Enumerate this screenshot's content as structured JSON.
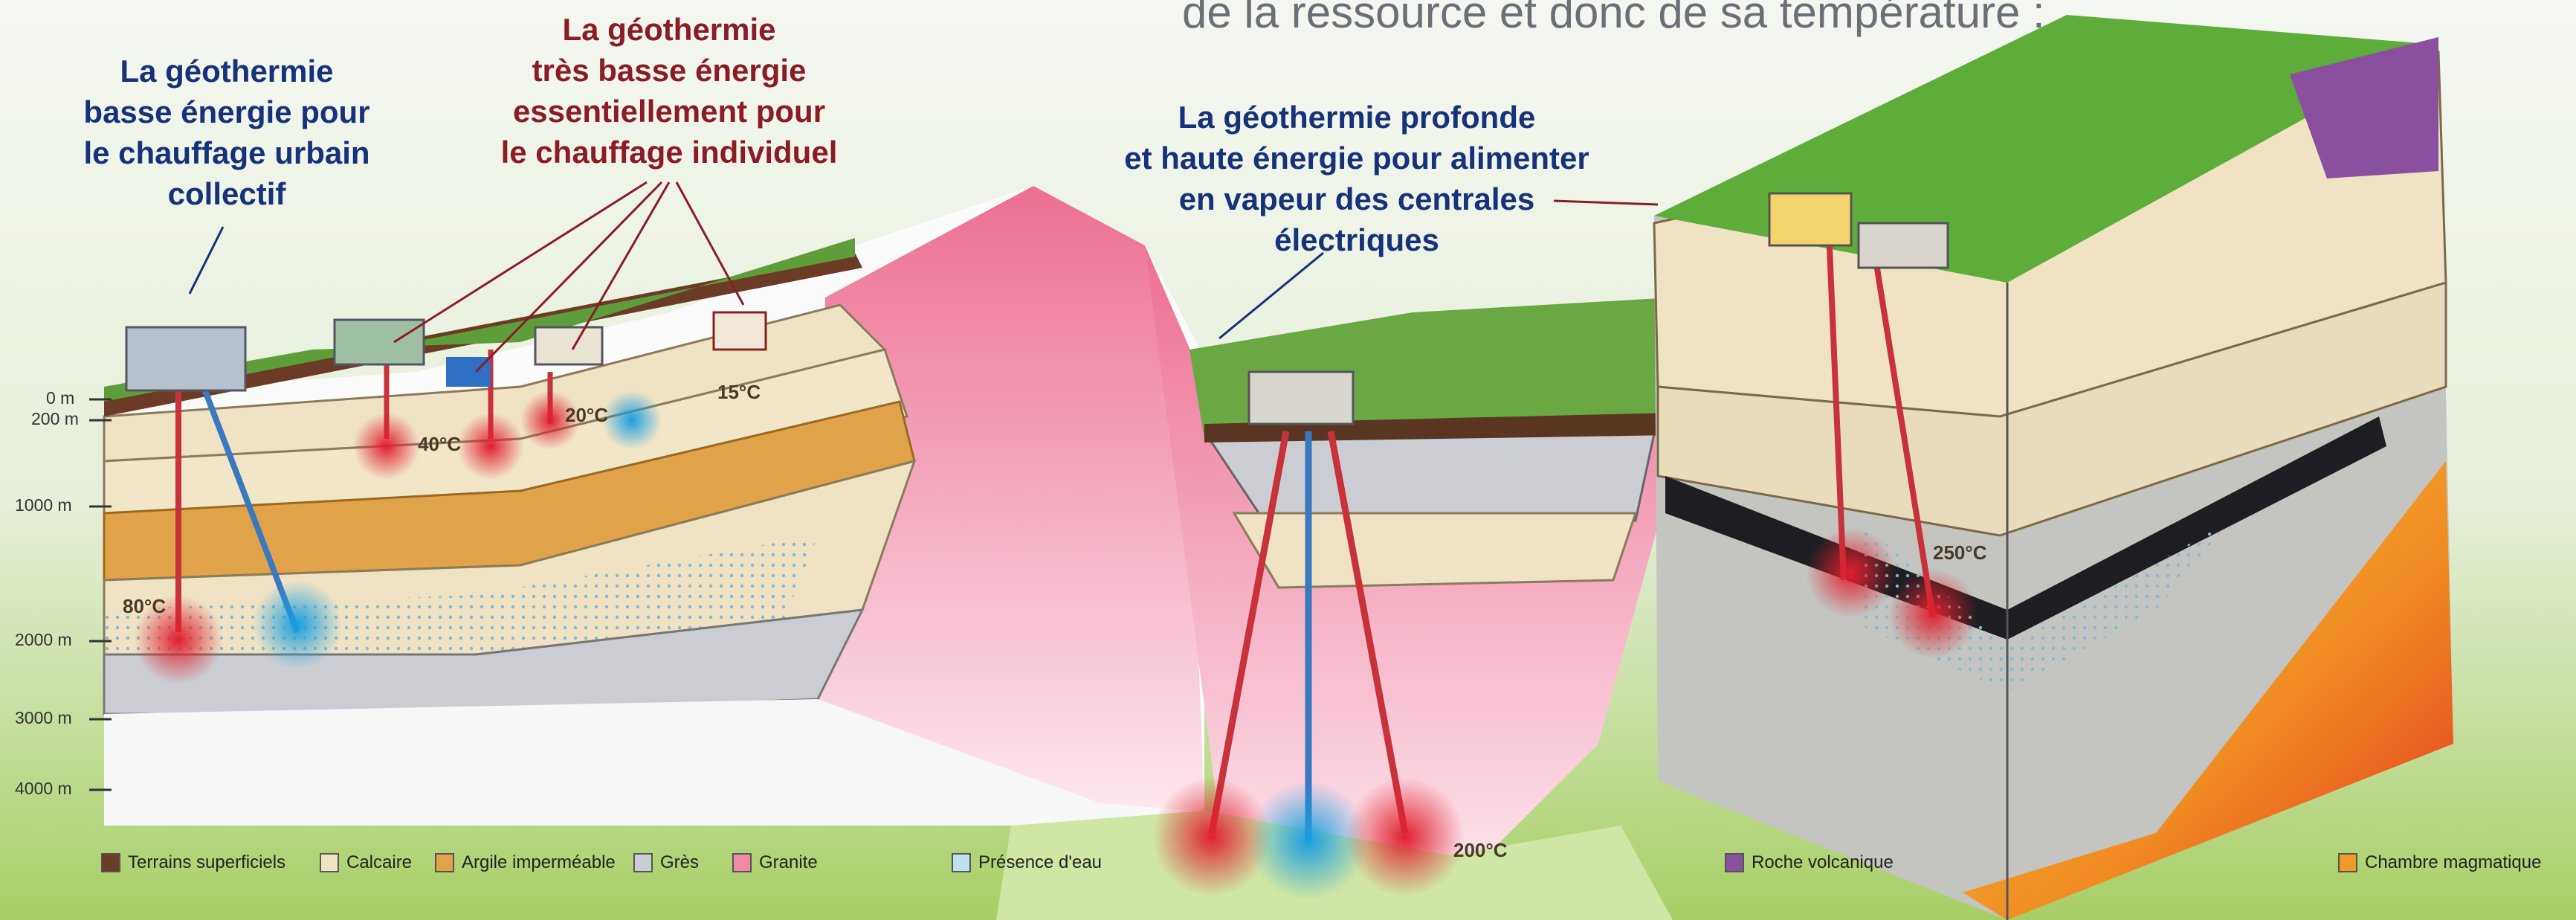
{
  "heading": "de la ressource et donc de sa température :",
  "callouts": {
    "low_energy": [
      "La géothermie",
      "basse énergie pour",
      "le chauffage urbain",
      "collectif"
    ],
    "very_low_energy": [
      "La géothermie",
      "très basse énergie",
      "essentiellement pour",
      "le chauffage individuel"
    ],
    "deep_high_energy": [
      "La géothermie profonde",
      "et haute énergie pour  alimenter",
      "en vapeur des centrales",
      "électriques"
    ]
  },
  "depth_scale": [
    "0 m",
    "200 m",
    "1000 m",
    "2000 m",
    "3000 m",
    "4000 m"
  ],
  "temperatures": [
    "15°C",
    "20°C",
    "40°C",
    "80°C",
    "200°C",
    "250°C"
  ],
  "legend": [
    {
      "label": "Terrains superficiels",
      "color": "#6b3b26"
    },
    {
      "label": "Calcaire",
      "color": "#efe3c4"
    },
    {
      "label": "Argile imperméable",
      "color": "#e0a34a"
    },
    {
      "label": "Grès",
      "color": "#c9ccd3"
    },
    {
      "label": "Granite",
      "color": "#f08aa5"
    },
    {
      "label": "Présence d'eau",
      "color": "#bfe0ee"
    },
    {
      "label": "Roche volcanique",
      "color": "#8a4f9e"
    },
    {
      "label": "Chambre magmatique",
      "color": "#f19a2a"
    }
  ]
}
